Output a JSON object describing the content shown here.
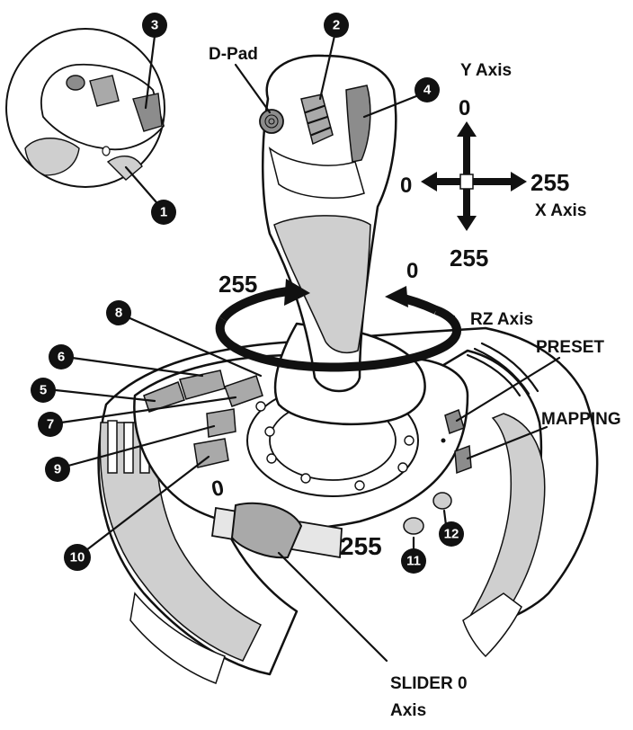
{
  "labels": {
    "dpad": "D-Pad",
    "y_axis": "Y Axis",
    "x_axis": "X Axis",
    "rz_axis": "RZ Axis",
    "preset": "PRESET",
    "mapping": "MAPPING",
    "slider_line1": "SLIDER 0",
    "slider_line2": "Axis"
  },
  "axis_values": {
    "y_top": "0",
    "y_bottom": "255",
    "x_left": "0",
    "x_right": "255",
    "rz_left": "255",
    "rz_right": "0",
    "slider_min": "0",
    "slider_max": "255"
  },
  "callouts": {
    "c1": "1",
    "c2": "2",
    "c3": "3",
    "c4": "4",
    "c5": "5",
    "c6": "6",
    "c7": "7",
    "c8": "8",
    "c9": "9",
    "c10": "10",
    "c11": "11",
    "c12": "12"
  },
  "colors": {
    "ink": "#111111",
    "body_fill": "#ffffff",
    "gray_light": "#cfcfcf",
    "gray_mid": "#a9a9a9",
    "gray_dark": "#8c8c8c"
  }
}
